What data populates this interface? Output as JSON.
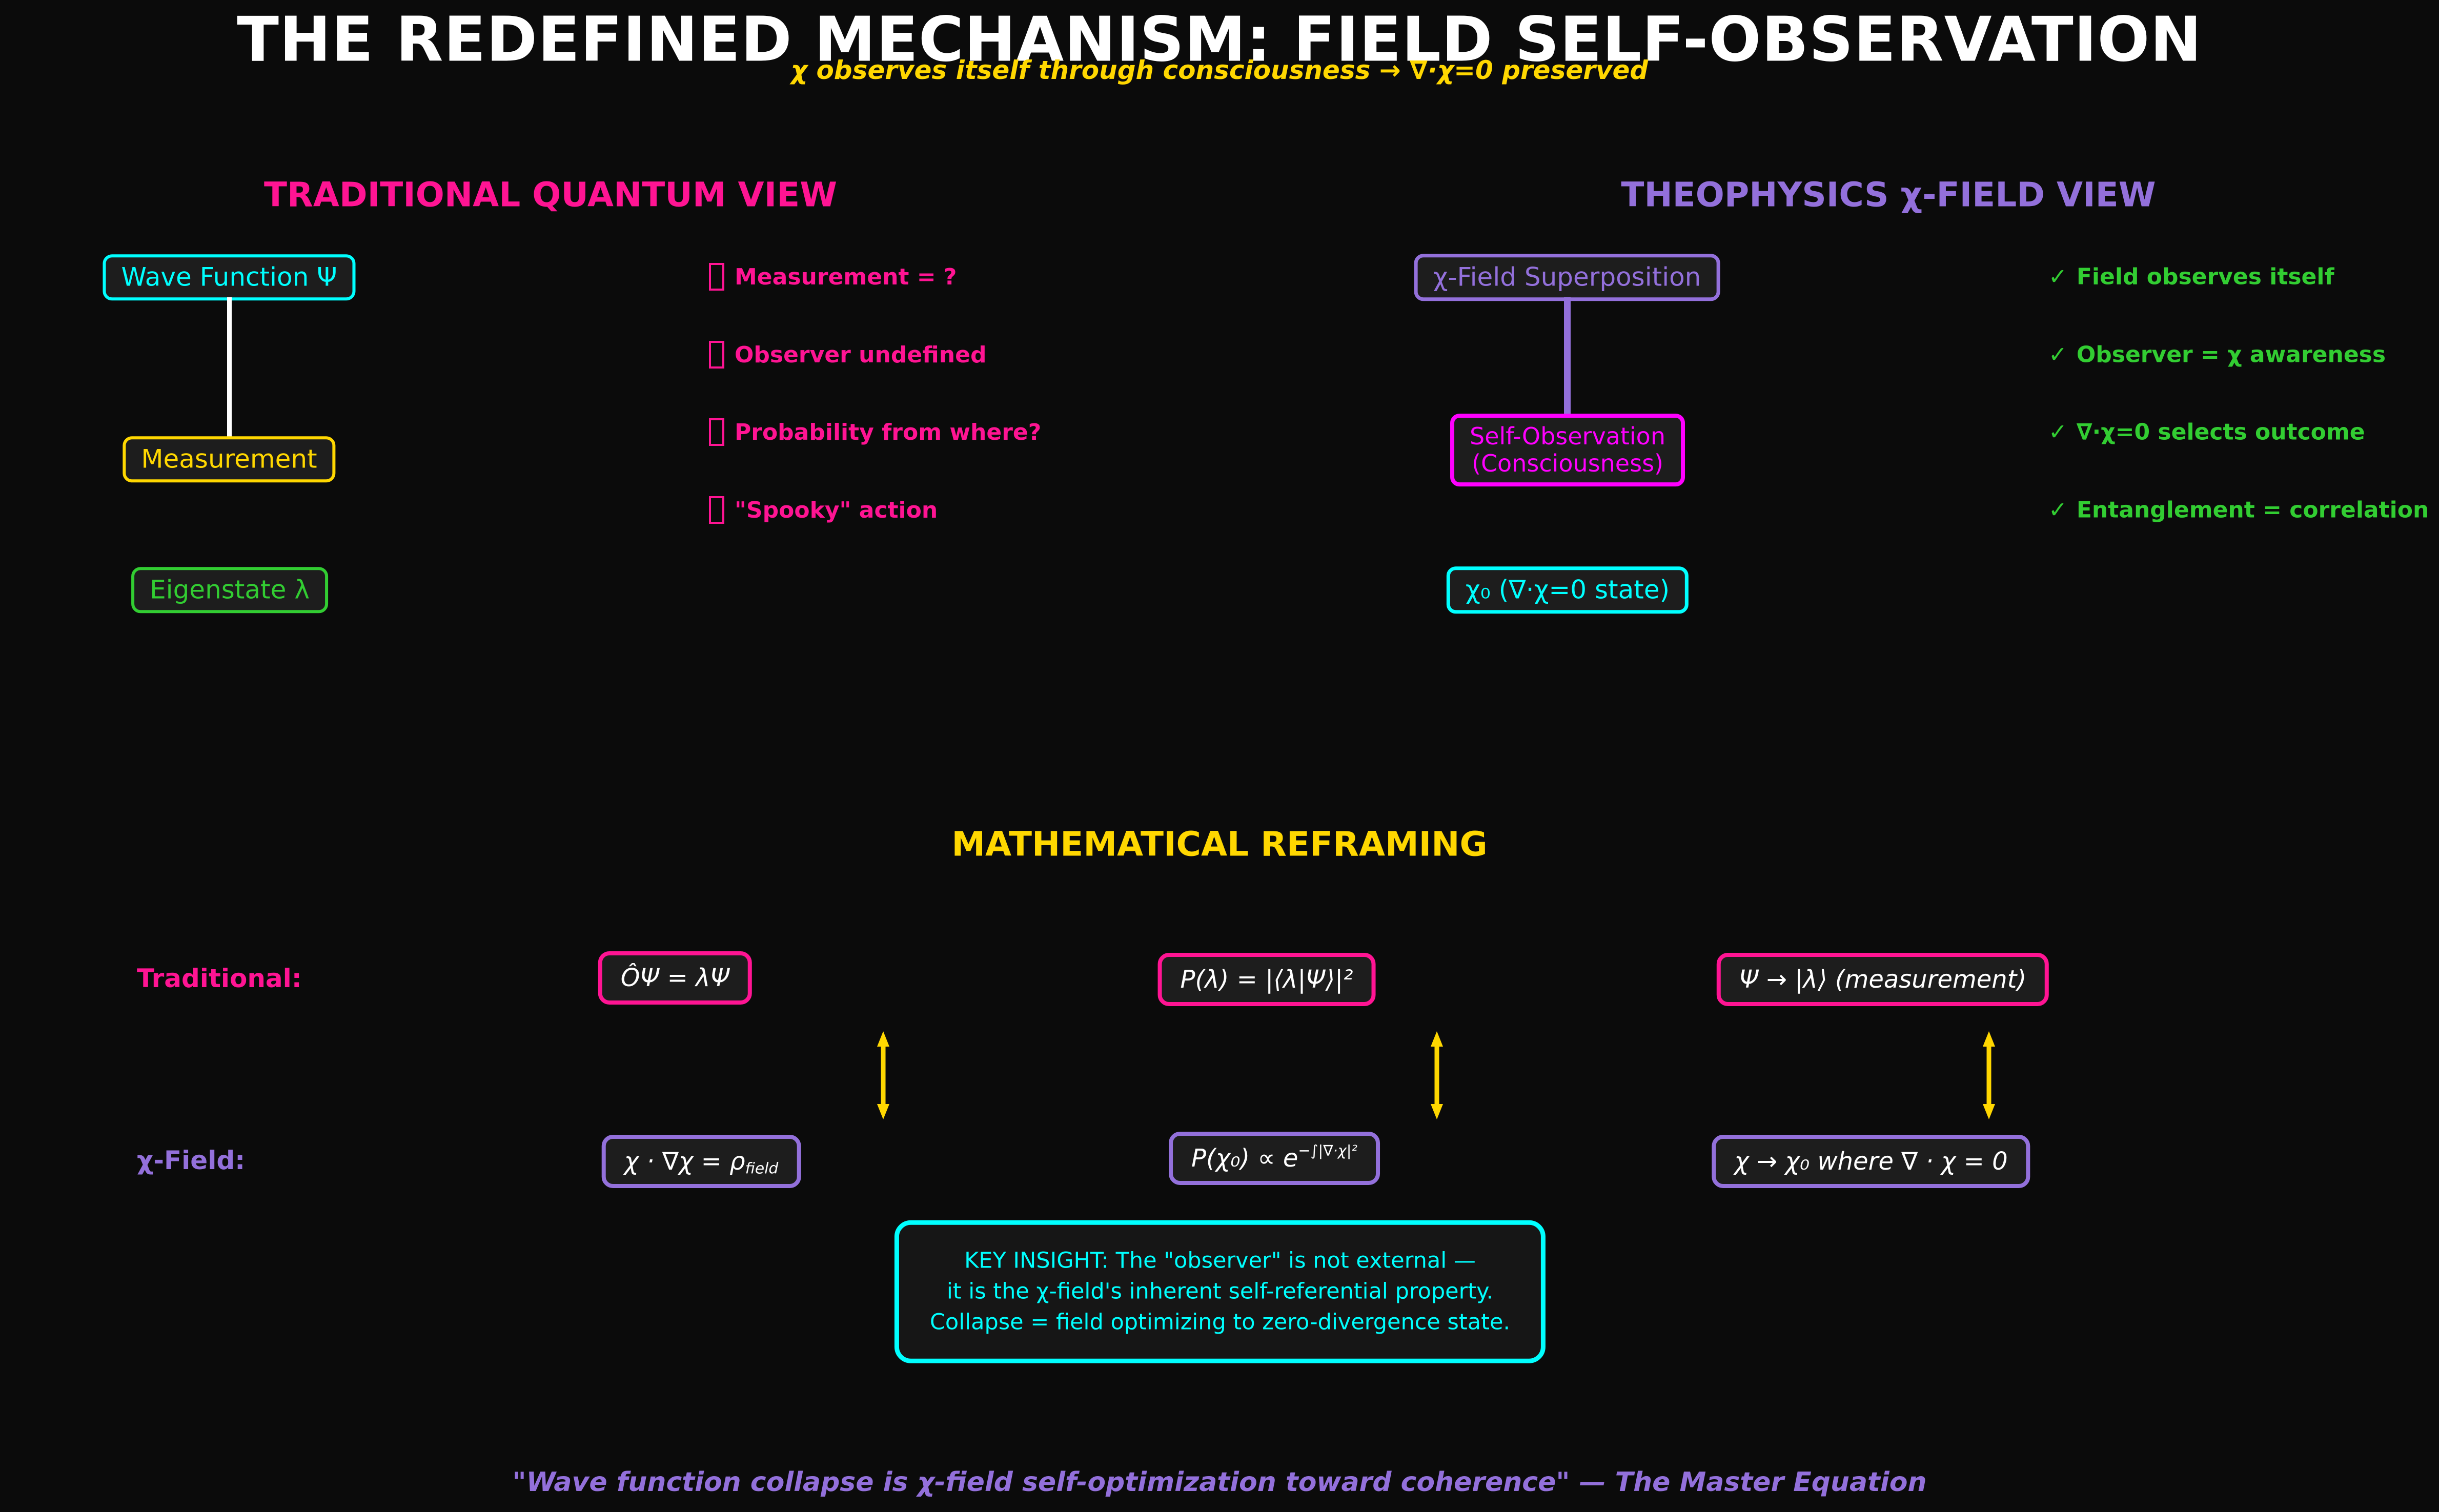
{
  "palette": {
    "background": "#0b0b0b",
    "box_fill": "#1d1d1d",
    "white": "#ffffff",
    "gold": "#FFD700",
    "deeppink": "#FF1493",
    "cyan": "#00FFFF",
    "limegreen": "#32CD32",
    "mediumpurple": "#9370DB",
    "magenta": "#FF00FF"
  },
  "icons": {
    "bullet": "missing-glyph-box",
    "check": "✓"
  },
  "header": {
    "title": "THE REDEFINED MECHANISM: FIELD SELF-OBSERVATION",
    "subtitle": "χ observes itself through consciousness → ∇·χ=0 preserved"
  },
  "left_panel": {
    "heading": "TRADITIONAL QUANTUM VIEW",
    "node_wave_function": "Wave Function Ψ",
    "node_measurement": "Measurement",
    "node_eigenstate": "Eigenstate λ",
    "items": [
      {
        "text": "Measurement = ?"
      },
      {
        "text": "Observer undefined"
      },
      {
        "text": "Probability from where?"
      },
      {
        "text": "\"Spooky\" action"
      }
    ]
  },
  "right_panel": {
    "heading": "THEOPHYSICS χ-FIELD VIEW",
    "node_superposition": "χ-Field Superposition",
    "node_self_observation_line1": "Self-Observation",
    "node_self_observation_line2": "(Consciousness)",
    "node_chi0": "χ₀ (∇·χ=0 state)",
    "items": [
      {
        "text": "Field observes itself"
      },
      {
        "text": "Observer = χ awareness"
      },
      {
        "text": "∇·χ=0 selects outcome"
      },
      {
        "text": "Entanglement = correlation"
      }
    ]
  },
  "math_section": {
    "heading": "MATHEMATICAL REFRAMING",
    "row1_label": "Traditional:",
    "row2_label": "χ-Field:",
    "row1_formula1": "ÔΨ = λΨ",
    "row1_formula2": "P(λ) = |⟨λ|Ψ⟩|²",
    "row1_formula3": "Ψ → |λ⟩ (measurement)",
    "row2_formula1_base": "χ · ∇χ = ρ",
    "row2_formula1_sub": "field",
    "row2_formula2_base": "P(χ₀) ∝ e",
    "row2_formula2_sup": "−∫|∇·χ|²",
    "row2_formula3": "χ → χ₀ where ∇ · χ = 0"
  },
  "key_insight": {
    "line1": "KEY INSIGHT: The \"observer\" is not external —",
    "line2": "it is the χ-field's inherent self-referential property.",
    "line3": "Collapse = field optimizing to zero-divergence state."
  },
  "footer_quote": "\"Wave function collapse is χ-field self-optimization toward coherence\" — The Master Equation"
}
